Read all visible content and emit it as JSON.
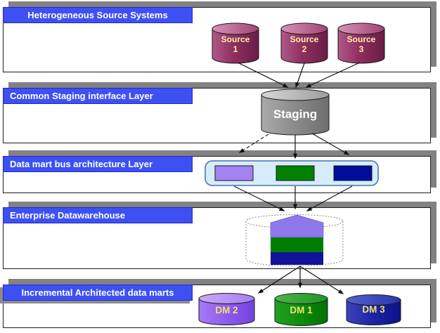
{
  "layers": [
    {
      "label": "Heterogeneous Source Systems"
    },
    {
      "label": "Common Staging interface Layer"
    },
    {
      "label": "Data mart bus architecture Layer"
    },
    {
      "label": "Enterprise Datawarehouse"
    },
    {
      "label": "Incremental Architected data marts"
    }
  ],
  "sources": [
    {
      "line1": "Source",
      "line2": "1"
    },
    {
      "line1": "Source",
      "line2": "2"
    },
    {
      "line1": "Source",
      "line2": "3"
    }
  ],
  "staging": {
    "label": "Staging"
  },
  "bus": {
    "segments": [
      {
        "name": "purple-segment",
        "color": "#A382F2"
      },
      {
        "name": "green-segment",
        "color": "#018101"
      },
      {
        "name": "navy-segment",
        "color": "#000D9B"
      }
    ],
    "container_fill": "#D7ECFB"
  },
  "edw": {
    "stack": [
      {
        "name": "purple-block",
        "color": "#8F79EA"
      },
      {
        "name": "green-block",
        "color": "#017D01"
      },
      {
        "name": "navy-block",
        "color": "#131399"
      }
    ]
  },
  "data_marts": [
    {
      "label": "DM 2",
      "color": "#8B5CEE"
    },
    {
      "label": "DM 1",
      "color": "#0C8C0C"
    },
    {
      "label": "DM 3",
      "color": "#1C24A4"
    }
  ],
  "colors": {
    "layer_label_bg": "#3D51F3",
    "layer_label_text": "#FFFFFF",
    "band_shadow": "#828282",
    "source_cylinder": "#8F2F61",
    "staging_cylinder": "#8A8A8A",
    "cylinder_label_yellow": "#FFEFA8",
    "arrow": "#111111"
  }
}
